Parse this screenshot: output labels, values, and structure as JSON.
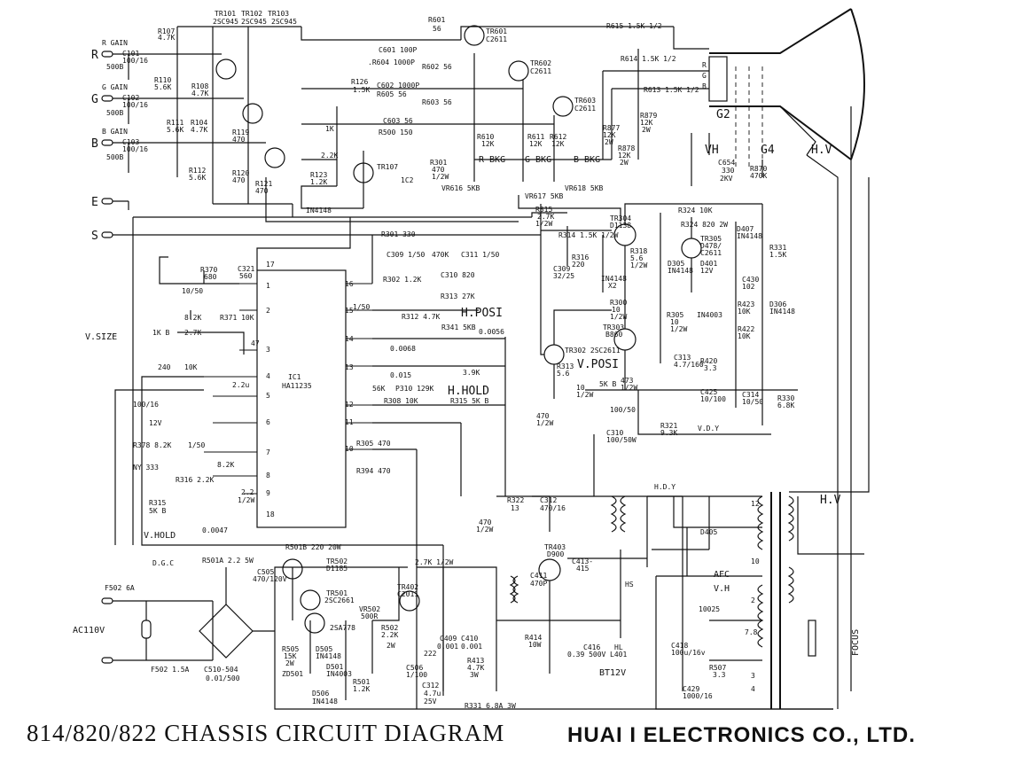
{
  "footer": {
    "title": "814/820/822 CHASSIS CIRCUIT DIAGRAM",
    "company": "HUAI I ELECTRONICS CO., LTD."
  },
  "inputs": {
    "r_gain": "R GAIN",
    "g_gain": "G GAIN",
    "b_gain": "B GAIN",
    "r": "R",
    "g": "G",
    "b": "B",
    "e": "E",
    "s": "S",
    "ac": "AC110V"
  },
  "ic": {
    "name": "IC1",
    "part": "HA11235",
    "pins_left": [
      "1",
      "2",
      "3",
      "4",
      "5",
      "6",
      "7",
      "8",
      "9"
    ],
    "pins_right": [
      "16",
      "15",
      "14",
      "13",
      "12",
      "11",
      "10"
    ],
    "pin_top": "17",
    "pin_bottom": "18"
  },
  "controls": {
    "v_size": "V.SIZE",
    "v_hold": "V.HOLD",
    "h_posi": "H.POSI",
    "h_hold": "H.HOLD",
    "v_posi": "V.POSI",
    "r_bkg": "R BKG",
    "g_bkg": "G BKG",
    "b_bkg": "B BKG",
    "focus": "FOCUS",
    "afc": "AFC",
    "vh": "V.H",
    "hv": "H.V",
    "hdy": "H.D.Y",
    "vdy": "V.D.Y",
    "bt12v": "BT12V",
    "g2": "G2",
    "g4": "G4",
    "vh2": "VH",
    "hv2": "H.V"
  },
  "transistors": {
    "tr101": "TR101",
    "tr102": "TR102",
    "tr103": "TR103",
    "tr101_type": "2SC945",
    "tr102_type": "2SC945",
    "tr103_type": "2SC945",
    "tr107": "TR107",
    "tr601": "TR601",
    "tr601_type": "C2611",
    "tr602": "TR602",
    "tr602_type": "C2611",
    "tr603": "TR603",
    "tr603_type": "C2611",
    "tr302": "TR302 2SC2611",
    "tr303": "TR303",
    "tr303_type": "B860",
    "tr304": "TR304",
    "tr304_type": "D1138",
    "tr305": "TR305",
    "tr305_type": "D478/",
    "tr305_type2": "C2611",
    "tr402": "TR402",
    "tr402_type": "C2011",
    "tr403": "TR403",
    "tr403_type": "D900",
    "tr501": "TR501",
    "tr501_type": "2SC2661",
    "tr502": "TR502",
    "tr502_type": "D1185",
    "tr503": "2SA778"
  },
  "parts": {
    "r107": "R107",
    "r107v": "4.7K",
    "c101": "C101",
    "c101v": "100/16",
    "r110": "R110",
    "r110v": "5.6K",
    "r108": "R108",
    "r108v": "4.7K",
    "c102": "C102",
    "c102v": "100/16",
    "r111": "R111",
    "r111v": "5.6K",
    "r104": "R104",
    "r104v": "4.7K",
    "r119": "R119",
    "r119v": "470",
    "c103": "C103",
    "c103v": "100/16",
    "r112": "R112",
    "r112v": "5.6K",
    "r120": "R120",
    "r120v": "470",
    "r121": "R121",
    "r121v": "470",
    "r123": "R123",
    "r123v": "1.2K",
    "in4148a": "IN4148",
    "r601": "R601",
    "r601v": "56",
    "c601": "C601 100P",
    "r604": ".R604 1000P",
    "r602": "R602 56",
    "r126": "R126",
    "r126v": "1.5K",
    "c602": "C602 1000P",
    "r605": "R605 56",
    "r603": "R603 56",
    "c603": "C603 56",
    "r500": "R500 150",
    "r610": "R610",
    "r610v": "12K",
    "r611": "R611",
    "r611v": "12K",
    "r612": "R612",
    "r612v": "12K",
    "r615": "R615 1.5K 1/2",
    "r614": "R614 1.5K 1/2",
    "r613": "R613 1.5K 1/2",
    "r877": "R877",
    "r877v": "12K",
    "r877w": "2W",
    "r879": "R879",
    "r879v": "12K",
    "r879w": "2W",
    "r878": "R878",
    "r878v": "12K",
    "r878w": "2W",
    "c654": "C654",
    "c654v": "330",
    "c654w": "2KV",
    "r870": "R870",
    "r870v": "470K",
    "r301a": "R301",
    "r301av": "470",
    "r301aw": "1/2W",
    "ic2": "1C2",
    "vr616": "VR616 5KB",
    "vr617": "VR617 5KB",
    "vr618": "VR618 5KB",
    "r301": "R301 330",
    "c309": "C309 1/50",
    "k470": "470K",
    "c311": "C311 1/50",
    "r370": "R370",
    "r370v": "680",
    "c321": "C321",
    "c321v": "560",
    "r302": "R302 1.2K",
    "c310a": "C310 820",
    "r313a": "R313 27K",
    "c1050": "10/50",
    "k82": "8.2K",
    "r371": "R371 10K",
    "k27": "2.7K",
    "kb1": "1K B",
    "v47": "47",
    "r150": "1/50",
    "r312": "R312 4.7K",
    "r341": "R341 5KB",
    "c0056": "0.0056",
    "c0068": "0.0068",
    "c015": "0.015",
    "k39": "3.9K",
    "k56": "56K",
    "p310": "P310 129K",
    "r308": "R308 10K",
    "r315b": "R315 5K B",
    "r240": "240",
    "k10": "10K",
    "c22u": "2.2u",
    "c10016": "100/16",
    "v12": "12V",
    "r378": "R378 8.2K",
    "r1502": "1/50",
    "ny333": "NY 333",
    "k82b": "8.2K",
    "r316": "R316 2.2K",
    "r315": "R315",
    "r315v": "5K B",
    "c00047": "0.0047",
    "r22": "2.2",
    "r22w": "1/2W",
    "r305": "R305 470",
    "r394": "R394 470",
    "r315c": "R315",
    "r315cv": "2.7K",
    "r315cw": "1/2W",
    "r314": "R314 1.5K 1/2W",
    "r316b": "R316",
    "r316bv": "220",
    "c309b": "C309",
    "c309bv": "32/25",
    "in4148x2": "IN4148",
    "x2": "X2",
    "r318": "R318",
    "r318v": "5.6",
    "r318w": "1/2W",
    "r300": "R300",
    "r300v": "10",
    "r300w": "1/2W",
    "r313": "R313",
    "r313v": "5.6",
    "r10": "10",
    "r10w": "1/2W",
    "kb5": "5K B",
    "r473": "473",
    "r473w": "1/2W",
    "c10050": "100/50",
    "c425": "C425",
    "c425v": "10/100",
    "r321": "R321",
    "r321v": "9.3K",
    "c310b": "C310",
    "c310bv": "100/50W",
    "r470a": "470",
    "r470aw": "1/2W",
    "r324": "R324 10K",
    "r324b": "R324 820 2W",
    "d407": "D407",
    "d407v": "IN4148",
    "r331": "R331",
    "r331v": "1.5K",
    "d305": "D305",
    "d305v": "IN4148",
    "d401": "D401",
    "d401v": "12V",
    "c430": "C430",
    "c430v": "102",
    "r423": "R423",
    "r423v": "10K",
    "d306": "D306",
    "d306v": "IN4148",
    "r305b": "R305",
    "r305bv": "10",
    "r305bw": "1/2W",
    "in4003": "IN4003",
    "r422": "R422",
    "r422v": "10K",
    "c313": "C313",
    "c313v": "4.7/160",
    "r420": "R420",
    "r420v": "3.3",
    "c314": "C314",
    "c314v": "10/50",
    "r330": "R330",
    "r330v": "6.8K",
    "r322": "R322",
    "r322v": "13",
    "c312": "C312",
    "c312v": "470/16",
    "r470b": "470",
    "r470bw": "1/2W",
    "d405": "D405",
    "dgc": "D.G.C",
    "r501a": "R501A 2.2 5W",
    "r501b": "R501B 220 20W",
    "c505": "C505",
    "c505v": "470/120V",
    "f502a": "F502 6A",
    "f502b": "F502 1.5A",
    "c510": "C510-504",
    "c510v": "0.01/500",
    "r505": "R505",
    "r505v": "15K",
    "r505w": "2W",
    "zd501": "ZD501",
    "d505": "D505",
    "d505v": "IN4148",
    "d501": "D501",
    "d501v": "IN4003",
    "d506": "D506",
    "d506v": "IN4148",
    "vr502": "VR502",
    "vr502v": "500R",
    "r501": "R501",
    "r501v": "1.2K",
    "r502": "R502",
    "r502v": "2.2K",
    "r502w": "2W",
    "c506": "C506",
    "c506v": "1/100",
    "r27k": "2.7K 1/2W",
    "c409": "C409",
    "c409v": "0.001",
    "c410": "C410",
    "c410v": "0.001",
    "v222": "222",
    "r413": "R413",
    "r413v": "4.7K",
    "r413w": "3W",
    "c411": "C411",
    "c411v": "470P",
    "c413": "C413-",
    "c413v": "415",
    "hs": "HS",
    "r414": "R414",
    "r414v": "10W",
    "c416": "C416",
    "c416v": "0.39 500V",
    "hl": "HL",
    "l401": "L401",
    "c312b": "C312",
    "c312bv": "4.7u",
    "c312bw": "25V",
    "r331b": "R331 6.8A 3W",
    "c10025": "10025",
    "c418": "C418",
    "c418v": "100u/16v",
    "r507": "R507",
    "r507v": "3.3",
    "c429": "C429",
    "c429v": "1000/16",
    "n78": "7.8",
    "tap12": "12",
    "tap10": "10",
    "tap2": "2",
    "tap4": "4",
    "tap3": "3",
    "rr": "R",
    "gg": "G",
    "bb": "B"
  }
}
